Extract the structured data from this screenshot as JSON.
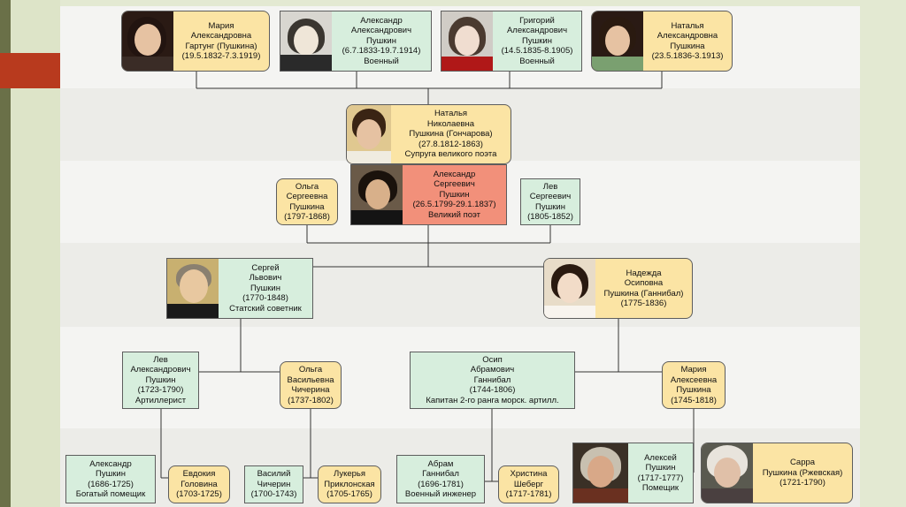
{
  "boxes": {
    "maria_a": "Мария\nАлександровна\nГартунг (Пушкина)\n(19.5.1832-7.3.1919)",
    "alexander_a": "Александр\nАлександрович\nПушкин\n(6.7.1833-19.7.1914)\nВоенный",
    "grigory": "Григорий\nАлександрович\nПушкин\n(14.5.1835-8.1905)\nВоенный",
    "natalya_a": "Наталья\nАлександровна\nПушкина\n(23.5.1836-3.1913)",
    "natalya_n": "Наталья\nНиколаевна\nПушкина (Гончарова)\n(27.8.1812-1863)\nСупруга великого поэта",
    "alexander_s": "Александр\nСергеевич\nПушкин\n(26.5.1799-29.1.1837)\nВеликий поэт",
    "olga_s": "Ольга\nСергеевна\nПушкина\n(1797-1868)",
    "lev_s": "Лев\nСергеевич\nПушкин\n(1805-1852)",
    "sergey": "Сергей\nЛьвович\nПушкин\n(1770-1848)\nСтатский советник",
    "nadezhda": "Надежда\nОсиповна\nПушкина (Ганнибал)\n(1775-1836)",
    "lev_a": "Лев\nАлександрович\nПушкин\n(1723-1790)\nАртиллерист",
    "olga_v": "Ольга\nВасильевна\nЧичерина\n(1737-1802)",
    "osip": "Осип\nАбрамович\nГаннибал\n(1744-1806)\nКапитан 2-го ранга морск. артилл.",
    "maria_al": "Мария\nАлексеевна\nПушкина\n(1745-1818)",
    "alexander_p": "Александр\nПушкин\n(1686-1725)\nБогатый помещик",
    "evdokia": "Евдокия\nГоловина\n(1703-1725)",
    "vasily": "Василий\nЧичерин\n(1700-1743)",
    "lukerya": "Лукерья\nПриклонская\n(1705-1765)",
    "abram": "Абрам\nГаннибал\n(1696-1781)\nВоенный инженер",
    "khristina": "Христина\nШеберг\n(1717-1781)",
    "alexey": "Алексей\nПушкин\n(1717-1777)\nПомещик",
    "sarra": "Сарра\nПушкина (Ржевская)\n(1721-1790)"
  }
}
